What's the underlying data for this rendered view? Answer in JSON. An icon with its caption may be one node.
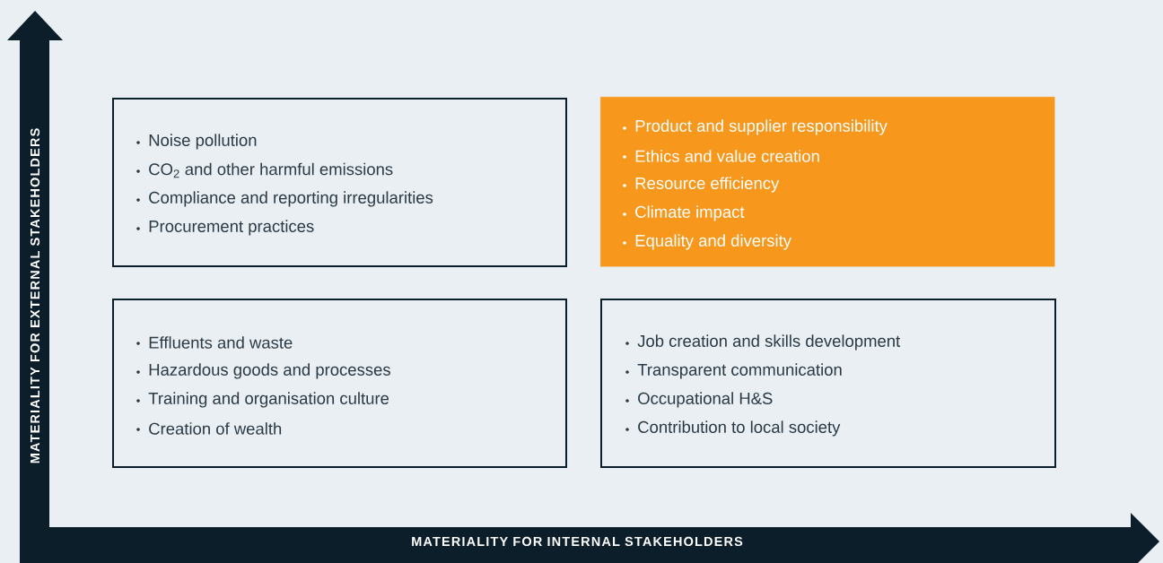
{
  "diagram": {
    "nodes": [
      {
        "text": [
          "Noise pollution",
          "CO$_{2}$ and other harmful emissions",
          "Compliance and reporting irregularities",
          "Procurement practices"
        ]
      },
      {
        "text": [
          "Product and supplier responsibility",
          "Ethics and value creation",
          "Resource efficiency",
          "Climate impact",
          "Equality and diversity"
        ]
      },
      {
        "text": [
          "Effluents and waste",
          "Hazardous goods and processes",
          "Training and organisation culture",
          "Creation of wealth"
        ]
      },
      {
        "text": [
          "Job creation and skills development",
          "Transparent communication",
          "Occupational H&S",
          "Contribution to local society"
        ]
      }
    ],
    "labels": [
      "MATERIALITY FOR EXTERNAL STAKEHOLDERS",
      "MATERIALITY FOR INTERNAL STAKEHOLDERS"
    ]
  }
}
